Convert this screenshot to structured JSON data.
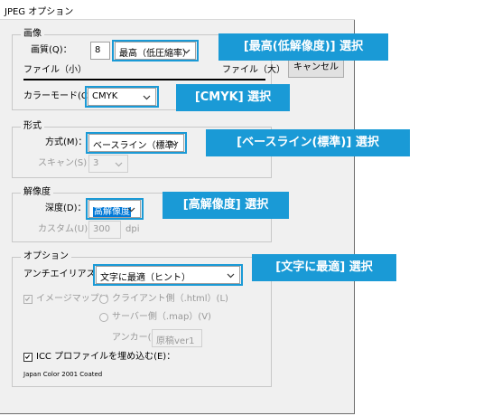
{
  "window": {
    "title": "JPEG オプション"
  },
  "image_group": {
    "title": "画像",
    "quality_label": "画質(Q)：",
    "quality_value": "8",
    "quality_select": "最高（低圧縮率）",
    "small_file": "ファイル（小）",
    "large_file": "ファイル（大）",
    "color_mode_label": "カラーモード(C)：",
    "color_mode_value": "CMYK"
  },
  "cancel_button": "キャンセル",
  "format_group": {
    "title": "形式",
    "method_label": "方式(M)：",
    "method_value": "ベースライン（標準）",
    "scan_label": "スキャン(S)：",
    "scan_value": "3"
  },
  "resolution_group": {
    "title": "解像度",
    "depth_label": "深度(D)：",
    "depth_value": "高解像度",
    "custom_label": "カスタム(U)：",
    "custom_value": "300",
    "custom_unit": "dpi"
  },
  "options_group": {
    "title": "オプション",
    "antialias_label": "アンチエイリアス(A)：",
    "antialias_value": "文字に最適（ヒント）",
    "imagemap_label": "イメージマップ(I)",
    "client_side": "クライアント側（.html）(L)",
    "server_side": "サーバー側（.map）(V)",
    "anchor_label": "アンカー(N)：",
    "anchor_value": "原稿ver1",
    "icc_label": "ICC プロファイルを埋め込む(E)：",
    "icc_profile": "Japan Color 2001 Coated"
  },
  "callouts": {
    "quality": "[最高(低解像度)] 選択",
    "cmyk": "[CMYK] 選択",
    "baseline": "[ベースライン(標準)] 選択",
    "resolution": "[高解像度] 選択",
    "text": "[文字に最適] 選択"
  },
  "colors": {
    "accent": "#1a9ad6",
    "selection": "#0078d7",
    "dialog_bg": "#f0f0f0"
  },
  "icons": {
    "dropdown": "chevron-down-icon",
    "checkbox_checked": "check-icon"
  }
}
